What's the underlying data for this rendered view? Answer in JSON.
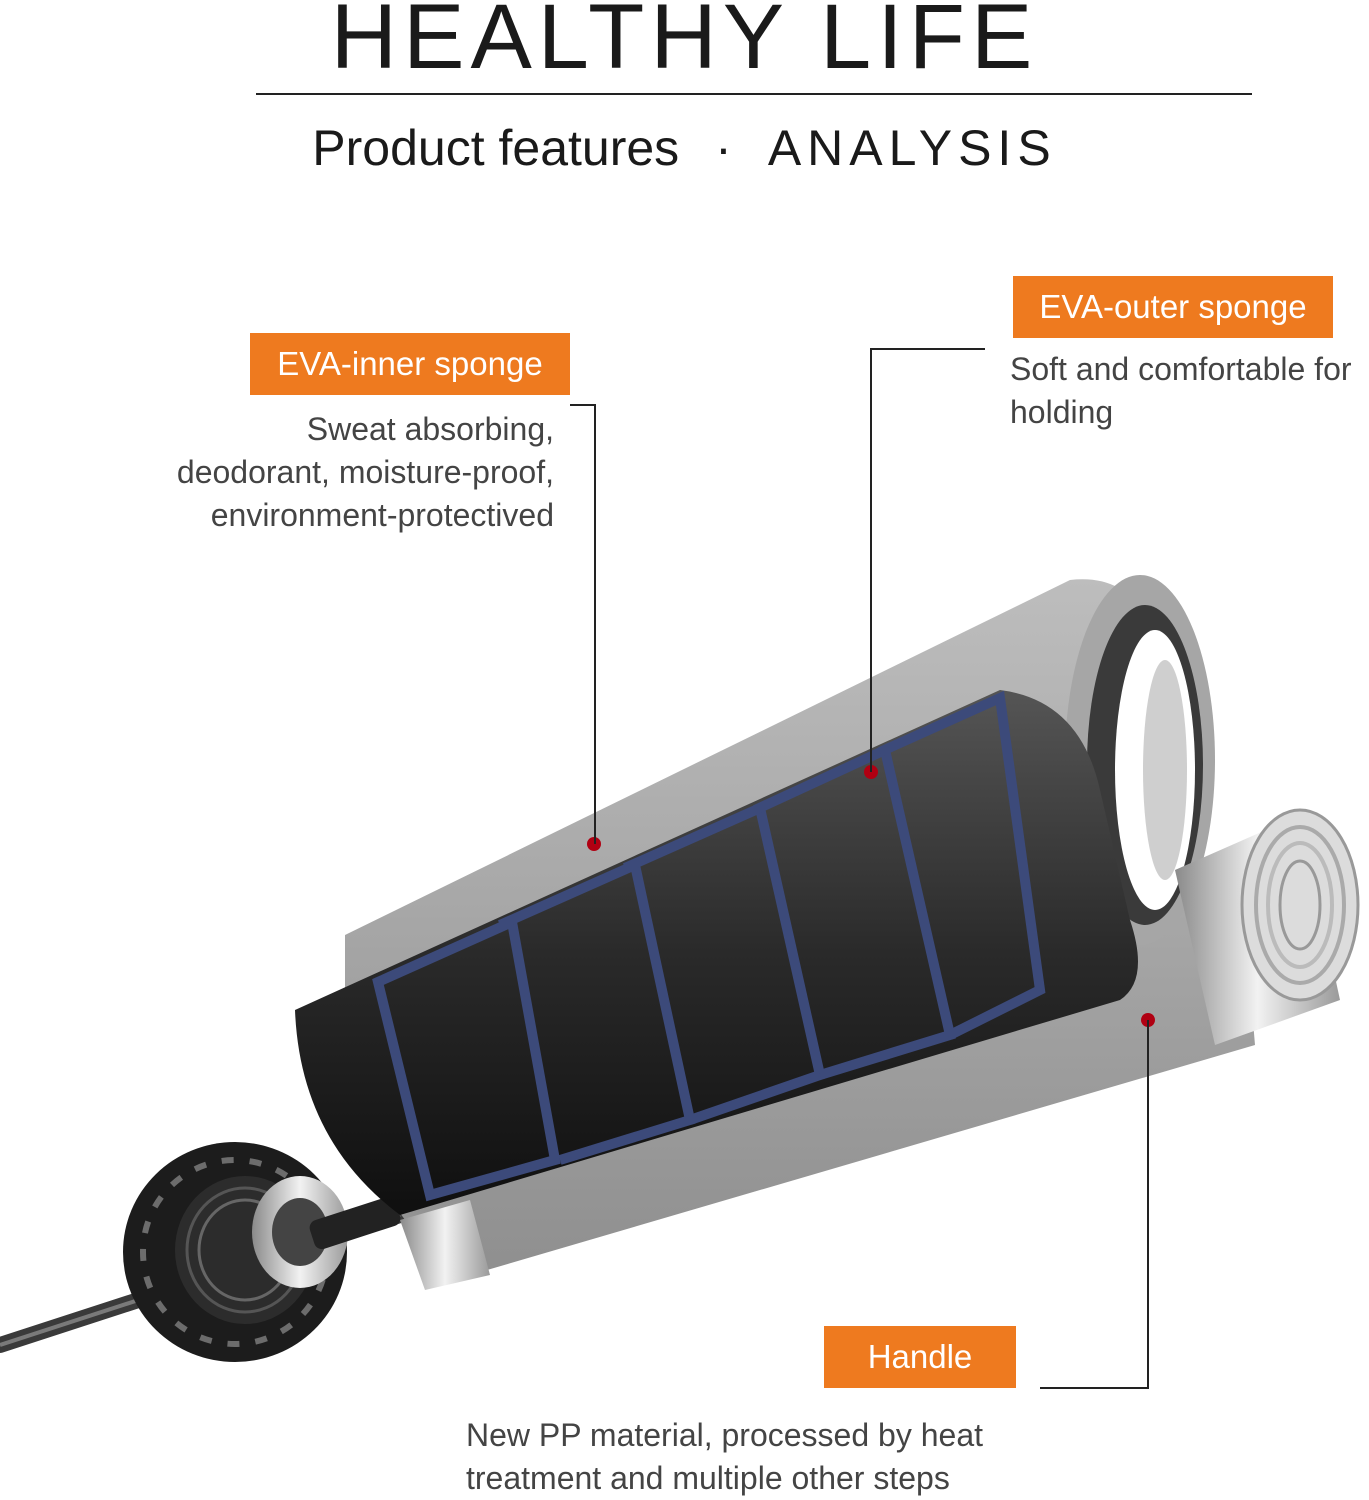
{
  "header": {
    "title": "HEALTHY LIFE",
    "subtitle_left": "Product features",
    "subtitle_sep": "·",
    "subtitle_right": "ANALYSIS"
  },
  "features": {
    "inner": {
      "label": "EVA-inner sponge",
      "desc_lines": [
        "Sweat absorbing,",
        "deodorant, moisture-proof,",
        "environment-protectived"
      ]
    },
    "outer": {
      "label": "EVA-outer sponge",
      "desc_lines": [
        "Soft and comfortable for",
        "holding"
      ]
    },
    "handle": {
      "label": "Handle",
      "desc_lines": [
        "New PP material, processed by heat",
        "treatment and multiple other steps"
      ]
    }
  },
  "colors": {
    "accent": "#ee7a1f",
    "marker": "#b00012",
    "grip_band": "#3c4a7a"
  }
}
